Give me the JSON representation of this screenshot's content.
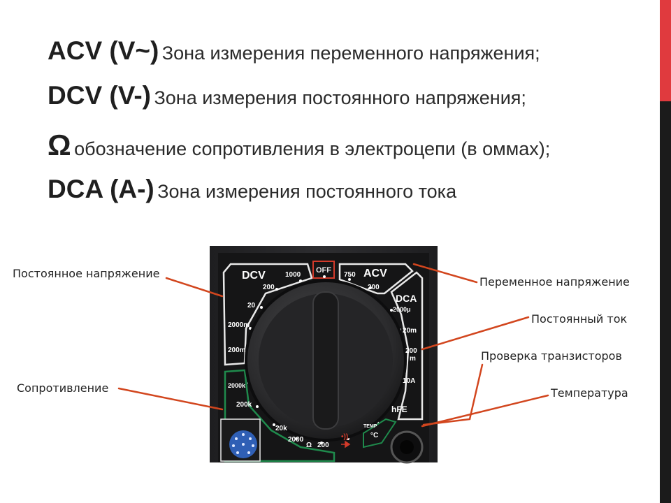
{
  "definitions": [
    {
      "term": "ACV (V~)",
      "desc": "Зона измерения переменного напряжения;"
    },
    {
      "term": "DCV (V-)",
      "desc": "Зона измерения постоянного напряжения;"
    },
    {
      "term": "Ω",
      "desc": "обозначение сопротивления в электроцепи (в оммах);"
    },
    {
      "term": "DCA (A-)",
      "desc": "Зона измерения постоянного тока"
    }
  ],
  "callouts": {
    "dc_voltage": "Постоянное напряжение",
    "resistance": "Сопротивление",
    "ac_voltage": "Переменное напряжение",
    "dc_current": "Постоянный ток",
    "transistor": "Проверка транзисторов",
    "temperature": "Температура"
  },
  "dial": {
    "dcv_title": "DCV",
    "dcv_1000": "1000",
    "dcv_200": "200",
    "dcv_20": "20",
    "dcv_2000m": "2000m",
    "dcv_200m": "200m",
    "off": "OFF",
    "acv_750": "750",
    "acv_title": "ACV",
    "acv_200": "200",
    "dca_title": "DCA",
    "dca_2000u": "2000μ",
    "dca_20m": "20m",
    "dca_200m_a": "200",
    "dca_200m_b": "m",
    "dca_10a": "10A",
    "hfe": "hFE",
    "temp_label": "TEMP",
    "temp_unit": "°C",
    "diode": "•))",
    "ohm_2000k": "2000k",
    "ohm_200k": "200k",
    "ohm_20k": "20k",
    "ohm_2000": "2000",
    "ohm_200": "200",
    "ohm_symbol": "Ω"
  },
  "colors": {
    "accent_red": "#e03a3e",
    "accent_dark": "#1b1b1b",
    "callout_line": "#d2461e",
    "meter_body": "#2a2a2c",
    "dial_green": "#1f8a4c",
    "dial_red": "#d23a2a"
  }
}
